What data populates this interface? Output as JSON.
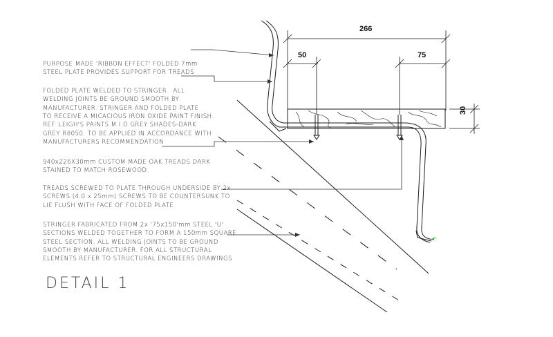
{
  "title": "DETAIL 1",
  "notes": [
    {
      "id": "purpose",
      "lines": [
        "PURPOSE MADE 'RIBBON EFFECT' FOLDED 7mm",
        "STEEL PLATE PROVIDES SUPPORT FOR TREADS"
      ]
    },
    {
      "id": "welding",
      "lines": [
        "FOLDED PLATE WELDED TO STRINGER.  ALL",
        "WELDING JOINTS BE GROUND SMOOTH BY",
        "MANUFACTURER. STRINGER AND FOLDED PLATE",
        "TO RECEIVE A MICACIOUS IRON OXIDE PAINT FINISH.",
        "REF. LEIGH'S PAINTS M.I.O GREY SHADES-DARK",
        "GREY R8050. TO BE APPLIED IN ACCORDANCE WITH",
        "MANUFACTURERS RECOMMENDATION"
      ]
    },
    {
      "id": "treads",
      "lines": [
        "940x226X30mm CUSTOM MADE OAK TREADS DARK",
        "STAINED TO MATCH ROSEWOOD."
      ]
    },
    {
      "id": "screws",
      "lines": [
        "TREADS SCREWED TO PLATE THROUGH UNDERSIDE BY 2x",
        "SCREWS (4.0 x 25mm) SCREWS TO BE COUNTERSUNK TO",
        "LIE FLUSH WITH FACE OF FOLDED PLATE."
      ]
    },
    {
      "id": "stringer",
      "lines": [
        "STRINGER FABRICATED FROM 2x '75x150'mm STEEL 'U'",
        "SECTIONS WELDED TOGETHER TO FORM A 150mm SQUARE",
        "STEEL SECTION. ALL WELDING JOINTS TO BE GROUND",
        "SMOOTH BY MANUFACTURER. FOR ALL STRUCTURAL",
        "ELEMENTS REFER TO STRUCTURAL ENGINEERS DRAWINGS"
      ]
    }
  ],
  "dimensions": {
    "overall": "266",
    "left_offset": "50",
    "right_offset": "75",
    "thickness": "30"
  },
  "colors": {
    "line": "#1a1a1a",
    "leader": "#333333",
    "accent": "#22bb22"
  }
}
